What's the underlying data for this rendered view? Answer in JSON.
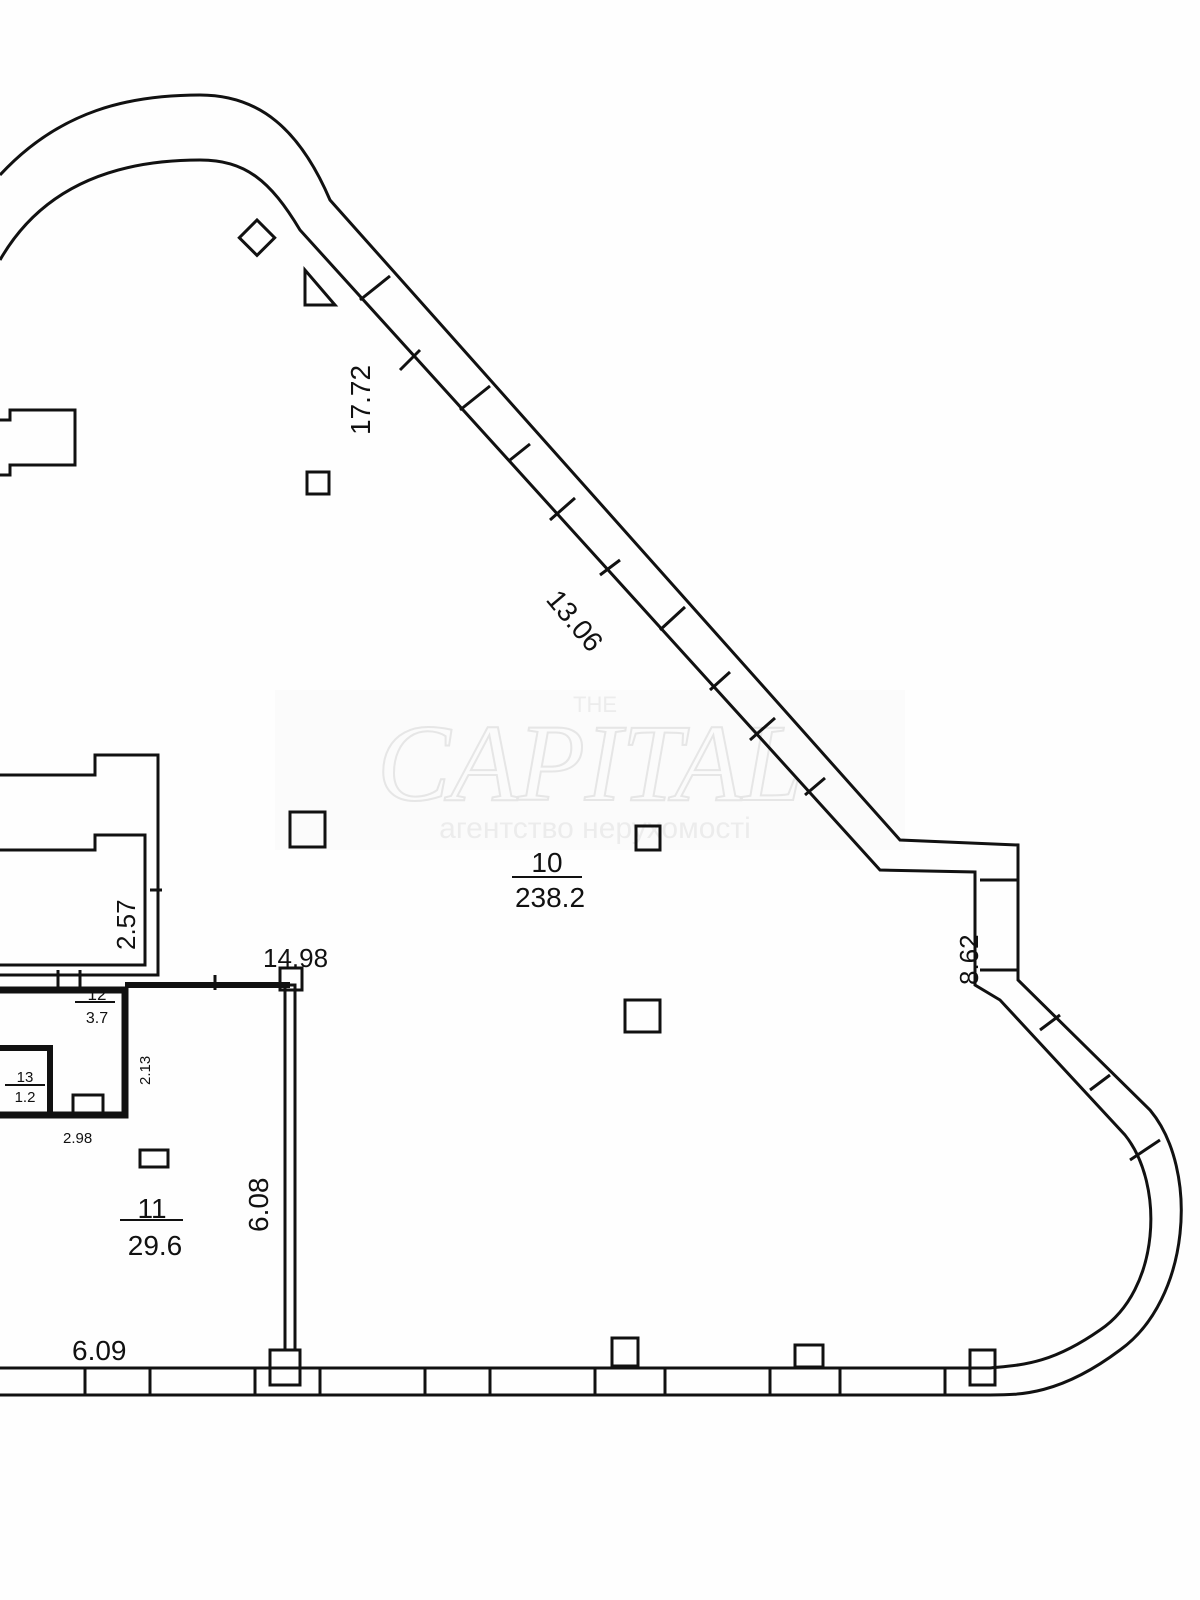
{
  "watermark": {
    "line1": "THE",
    "line2": "CAPITAL",
    "line3": "агентство нерухомості"
  },
  "rooms": [
    {
      "number": "10",
      "area": "238.2"
    },
    {
      "number": "11",
      "area": "29.6"
    },
    {
      "number": "12",
      "area": "3.7"
    },
    {
      "number": "13",
      "area": "1.2"
    }
  ],
  "dimensions": {
    "d1": "17.72",
    "d2": "13.06",
    "d3": "8.62",
    "d4": "14.98",
    "d5": "2.57",
    "d6": "2.13",
    "d7": "2.98",
    "d8": "6.08",
    "d9": "6.09"
  },
  "colors": {
    "line": "#111111",
    "background": "#fefefe"
  }
}
